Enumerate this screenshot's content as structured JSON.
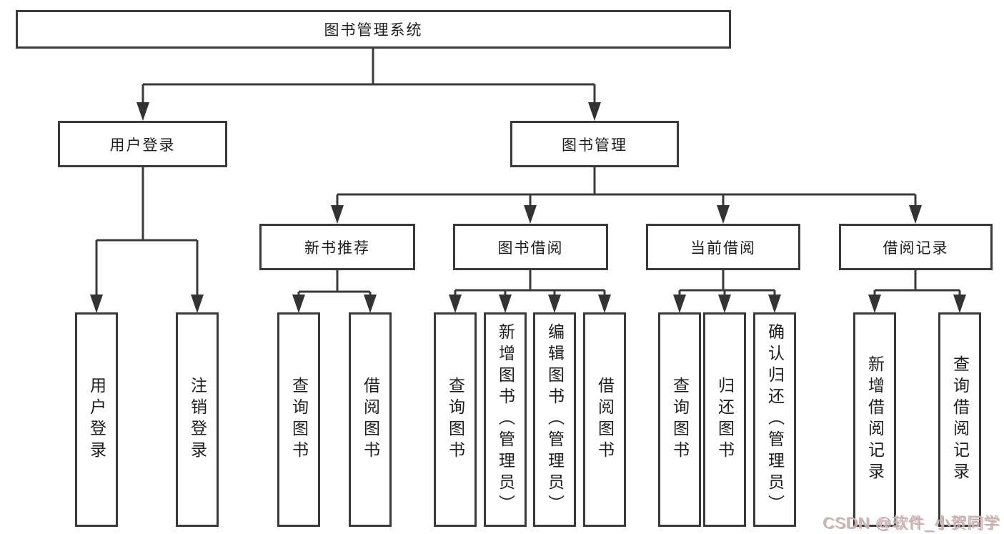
{
  "page": {
    "background": "#ffffff",
    "colors": {
      "line": "#3a3a3a",
      "box_border": "#3a3a3a",
      "text": "#1d1d1d",
      "watermark_text": "#b9b9b9",
      "watermark_shadow": "#dfa6a6"
    }
  },
  "diagram": {
    "type": "hierarchy-flowchart",
    "tree": {
      "label": "图书管理系统",
      "children": [
        {
          "label": "用户登录",
          "children": [
            {
              "label": "用户登录"
            },
            {
              "label": "注销登录"
            }
          ]
        },
        {
          "label": "图书管理",
          "children": [
            {
              "label": "新书推荐",
              "children": [
                {
                  "label": "查询图书"
                },
                {
                  "label": "借阅图书"
                }
              ]
            },
            {
              "label": "图书借阅",
              "children": [
                {
                  "label": "查询图书"
                },
                {
                  "label": "新增图书（管理员）"
                },
                {
                  "label": "编辑图书（管理员）"
                },
                {
                  "label": "借阅图书"
                }
              ]
            },
            {
              "label": "当前借阅",
              "children": [
                {
                  "label": "查询图书"
                },
                {
                  "label": "归还图书"
                },
                {
                  "label": "确认归还（管理员）"
                }
              ]
            },
            {
              "label": "借阅记录",
              "children": [
                {
                  "label": "新增借阅记录"
                },
                {
                  "label": "查询借阅记录"
                }
              ]
            }
          ]
        }
      ]
    }
  },
  "watermark": {
    "text": "CSDN @软件_小贺同学"
  }
}
